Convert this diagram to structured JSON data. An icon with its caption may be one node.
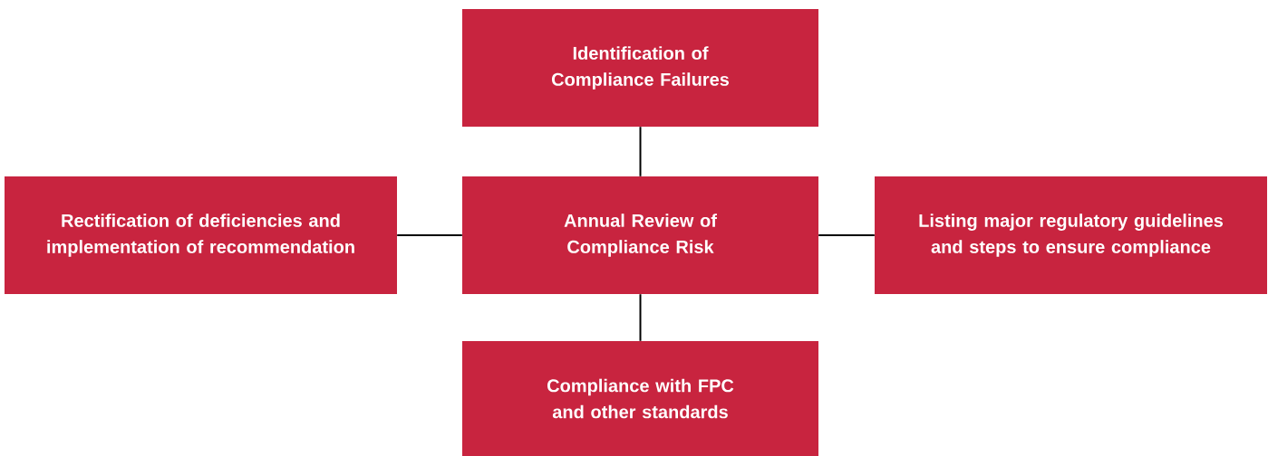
{
  "diagram": {
    "nodes": [
      {
        "text": [
          "Identification of Compliance Failures"
        ]
      },
      {
        "text": [
          "Rectification of deficiencies and implementation of recommendation"
        ]
      },
      {
        "text": [
          "Annual Review of Compliance Risk"
        ]
      },
      {
        "text": [
          "Listing major regulatory guidelines and steps to ensure compliance"
        ]
      },
      {
        "text": [
          "Compliance with FPC and other standards"
        ]
      }
    ],
    "edges": [
      {
        "from": 2,
        "to": 0,
        "arrow": "none"
      },
      {
        "from": 2,
        "to": 1,
        "arrow": "none"
      },
      {
        "from": 2,
        "to": 3,
        "arrow": "none"
      },
      {
        "from": 2,
        "to": 4,
        "arrow": "none"
      }
    ]
  }
}
